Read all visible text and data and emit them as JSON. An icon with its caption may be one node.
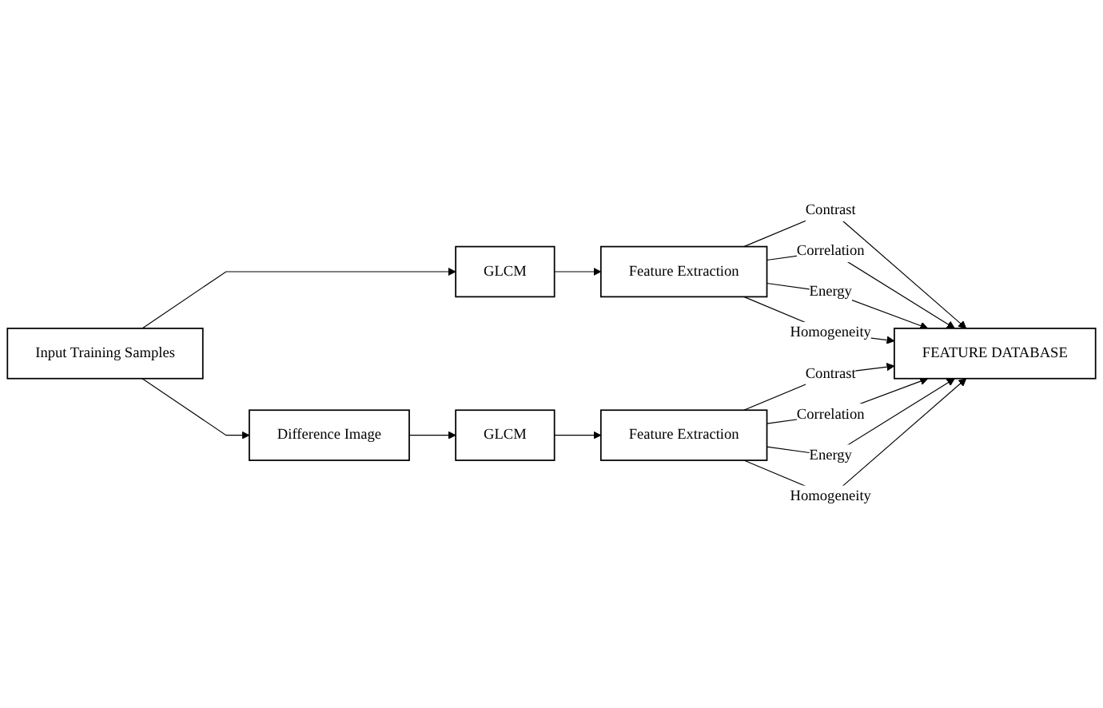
{
  "diagram": {
    "nodes": [
      {
        "text": [
          "Input Training Samples"
        ]
      },
      {
        "text": [
          "GLCM"
        ]
      },
      {
        "text": [
          "Feature Extraction"
        ]
      },
      {
        "text": [
          "Difference Image"
        ]
      },
      {
        "text": [
          "GLCM"
        ]
      },
      {
        "text": [
          "Feature Extraction"
        ]
      },
      {
        "text": [
          "FEATURE DATABASE"
        ]
      }
    ],
    "edges": [
      {
        "from": 0,
        "to": 1,
        "arrow": "to"
      },
      {
        "from": 1,
        "to": 2,
        "arrow": "to"
      },
      {
        "from": 2,
        "to": 6,
        "arrow": "to",
        "label": "Contrast"
      },
      {
        "from": 2,
        "to": 6,
        "arrow": "to",
        "label": "Correlation"
      },
      {
        "from": 2,
        "to": 6,
        "arrow": "to",
        "label": "Energy"
      },
      {
        "from": 2,
        "to": 6,
        "arrow": "to",
        "label": "Homogeneity"
      },
      {
        "from": 0,
        "to": 3,
        "arrow": "to"
      },
      {
        "from": 3,
        "to": 4,
        "arrow": "to"
      },
      {
        "from": 4,
        "to": 5,
        "arrow": "to"
      },
      {
        "from": 5,
        "to": 6,
        "arrow": "to",
        "label": "Contrast"
      },
      {
        "from": 5,
        "to": 6,
        "arrow": "to",
        "label": "Correlation"
      },
      {
        "from": 5,
        "to": 6,
        "arrow": "to",
        "label": "Energy"
      },
      {
        "from": 5,
        "to": 6,
        "arrow": "to",
        "label": "Homogeneity"
      }
    ]
  }
}
